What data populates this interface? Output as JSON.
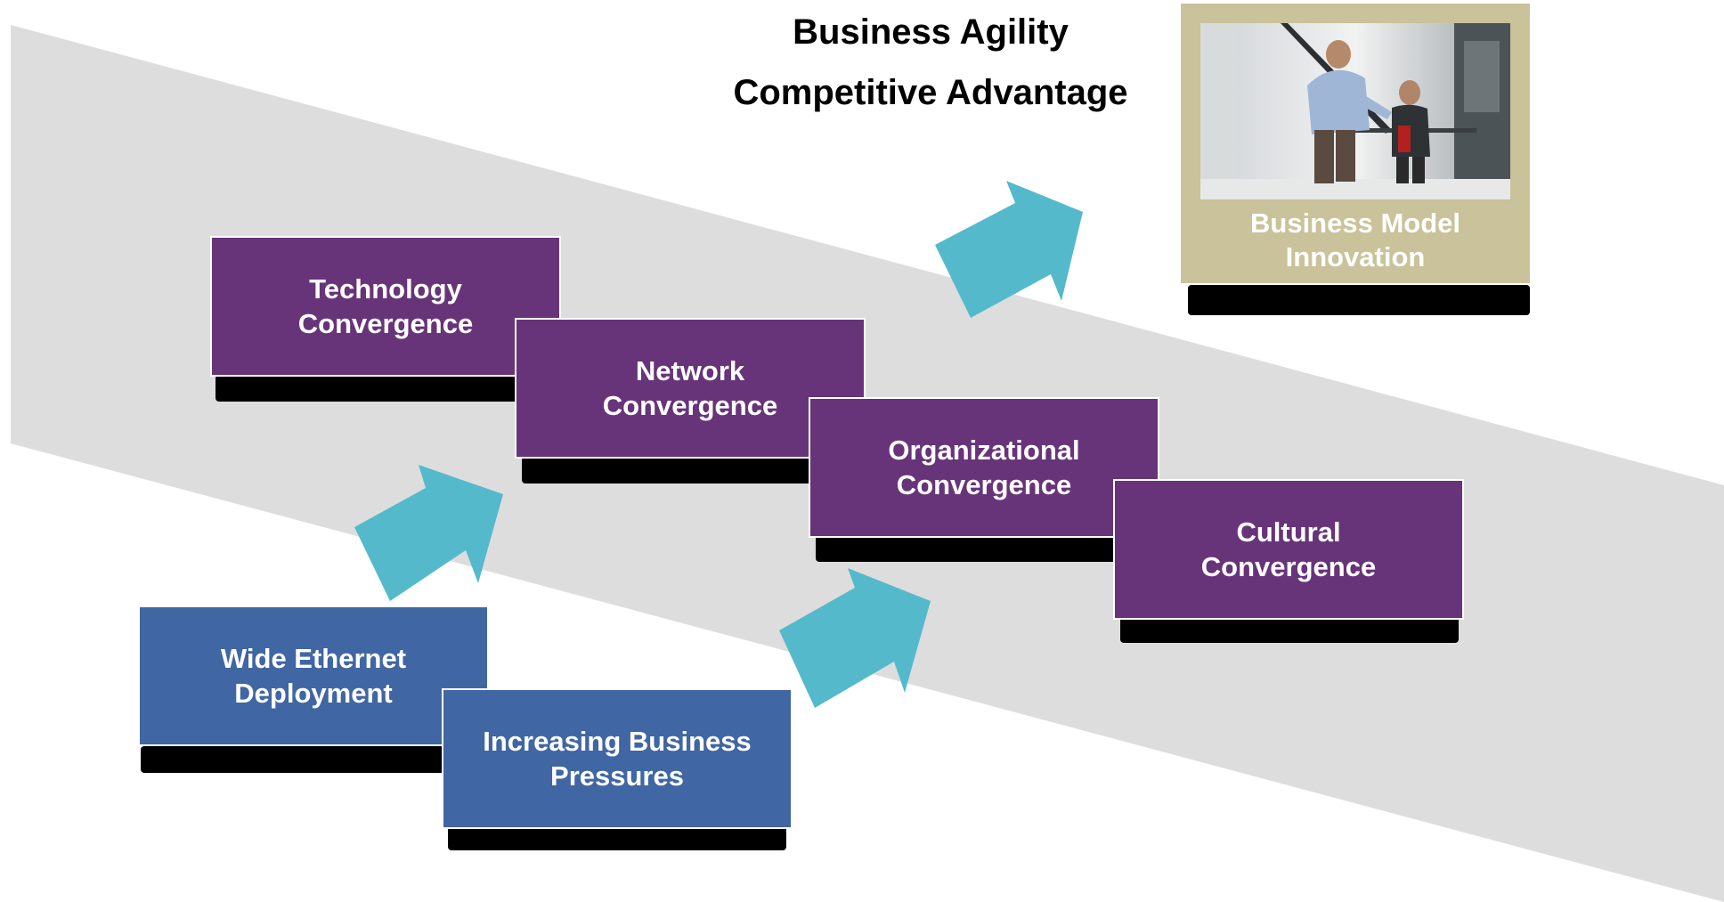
{
  "headline": {
    "line1": "Business Agility",
    "line2": "Competitive Advantage"
  },
  "boxes": {
    "technology": {
      "line1": "Technology",
      "line2": "Convergence"
    },
    "network": {
      "line1": "Network",
      "line2": "Convergence"
    },
    "organizational": {
      "line1": "Organizational",
      "line2": "Convergence"
    },
    "cultural": {
      "line1": "Cultural",
      "line2": "Convergence"
    },
    "wide_ethernet": {
      "line1": "Wide Ethernet",
      "line2": "Deployment"
    },
    "business_pressures": {
      "line1": "Increasing Business",
      "line2": "Pressures"
    }
  },
  "outcome": {
    "line1": "Business Model",
    "line2": "Innovation"
  },
  "colors": {
    "purple": "#673479",
    "blue": "#4066a3",
    "arrow": "#55b9cc",
    "band": "#dddddd",
    "outcome_card": "#c9c29a"
  },
  "icons": [
    "right-up-arrow-icon",
    "photo-two-businessmen"
  ]
}
